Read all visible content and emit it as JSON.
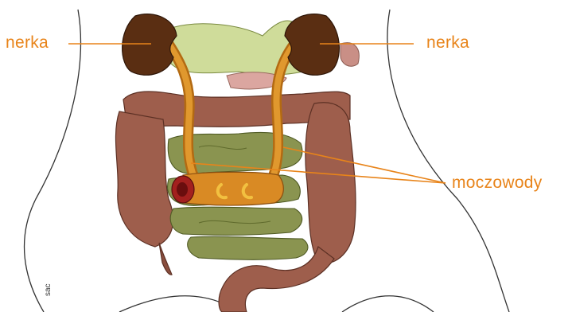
{
  "labels": {
    "kidney_left": "nerka",
    "kidney_right": "nerka",
    "ureters": "moczowody"
  },
  "credit": "sac",
  "colors": {
    "label": "#e8841a",
    "kidney": "#5a2e12",
    "ureter": "#d98a24",
    "colon": "#9e5e4c",
    "small_intestine": "#8a9450",
    "liver_stomach": "#cfdc9a",
    "outline": "#222222"
  }
}
